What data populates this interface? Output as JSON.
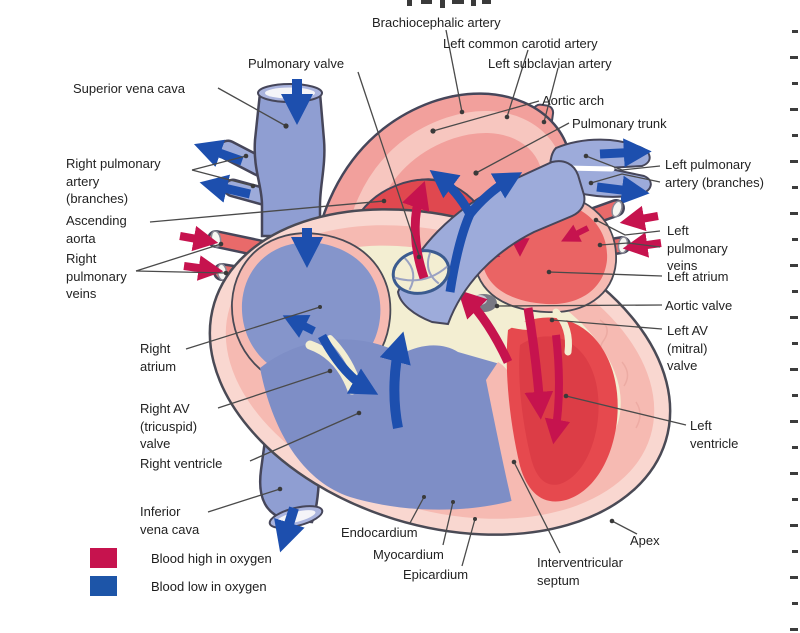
{
  "labels": {
    "brachiocephalic_artery": "Brachiocephalic artery",
    "left_common_carotid_artery": "Left common carotid artery",
    "left_subclavian_artery": "Left subclavian artery",
    "pulmonary_valve": "Pulmonary valve",
    "superior_vena_cava": "Superior vena cava",
    "aortic_arch": "Aortic arch",
    "pulmonary_trunk": "Pulmonary trunk",
    "right_pulmonary_artery": "Right pulmonary\nartery\n(branches)",
    "left_pulmonary_artery": "Left pulmonary\nartery (branches)",
    "ascending_aorta": "Ascending\naorta",
    "right_pulmonary_veins": "Right\npulmonary\nveins",
    "left_pulmonary_veins": "Left\npulmonary\nveins",
    "left_atrium": "Left atrium",
    "aortic_valve": "Aortic valve",
    "left_av_valve": "Left AV\n(mitral)\nvalve",
    "right_atrium": "Right\natrium",
    "right_av_valve": "Right AV\n(tricuspid)\nvalve",
    "right_ventricle": "Right ventricle",
    "left_ventricle": "Left\nventricle",
    "inferior_vena_cava": "Inferior\nvena cava",
    "endocardium": "Endocardium",
    "myocardium": "Myocardium",
    "epicardium": "Epicardium",
    "interventricular_septum": "Interventricular\nseptum",
    "apex": "Apex"
  },
  "legend": {
    "items": [
      {
        "label": "Blood high in oxygen",
        "color": "#c6134e"
      },
      {
        "label": "Blood low in oxygen",
        "color": "#1d55a8"
      }
    ]
  },
  "colors": {
    "oxygenated_arrow": "#c6134e",
    "deoxygenated_arrow": "#1d55a8",
    "vessel_blue": "#8f9ed2",
    "aorta_pink": "#f2a09c",
    "chamber_red": "#e6494e",
    "chamber_blue": "#7e8ec6",
    "myocardium_pink": "#f6bab2",
    "endocardium_cream": "#f3eed2",
    "outline": "#46465a",
    "leader_line": "#4a4a4a"
  },
  "right_margin": {
    "dash_count": 24
  }
}
